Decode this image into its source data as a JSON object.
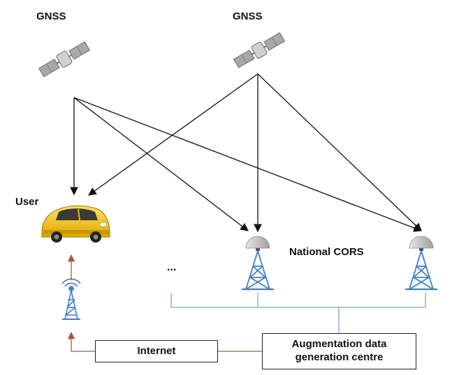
{
  "labels": {
    "gnss_left": "GNSS",
    "gnss_right": "GNSS",
    "user": "User",
    "national_cors": "National CORS",
    "ellipsis": "..."
  },
  "boxes": {
    "internet": "Internet",
    "augmentation_line1": "Augmentation data",
    "augmentation_line2": "generation centre"
  },
  "colors": {
    "signal_arrows": "#111111",
    "network_lines": "#7aa7d8",
    "internet_link": "#b5533c",
    "tower": "#3b7fd0",
    "antenna_dome": "#bfbfbf",
    "car_body": "#f2c40d",
    "satellite": "#9a9a9a"
  },
  "icons": {
    "satellite": "satellite-icon",
    "car": "car-icon",
    "user_antenna": "radio-tower-icon",
    "cors_station": "cors-station-icon"
  }
}
